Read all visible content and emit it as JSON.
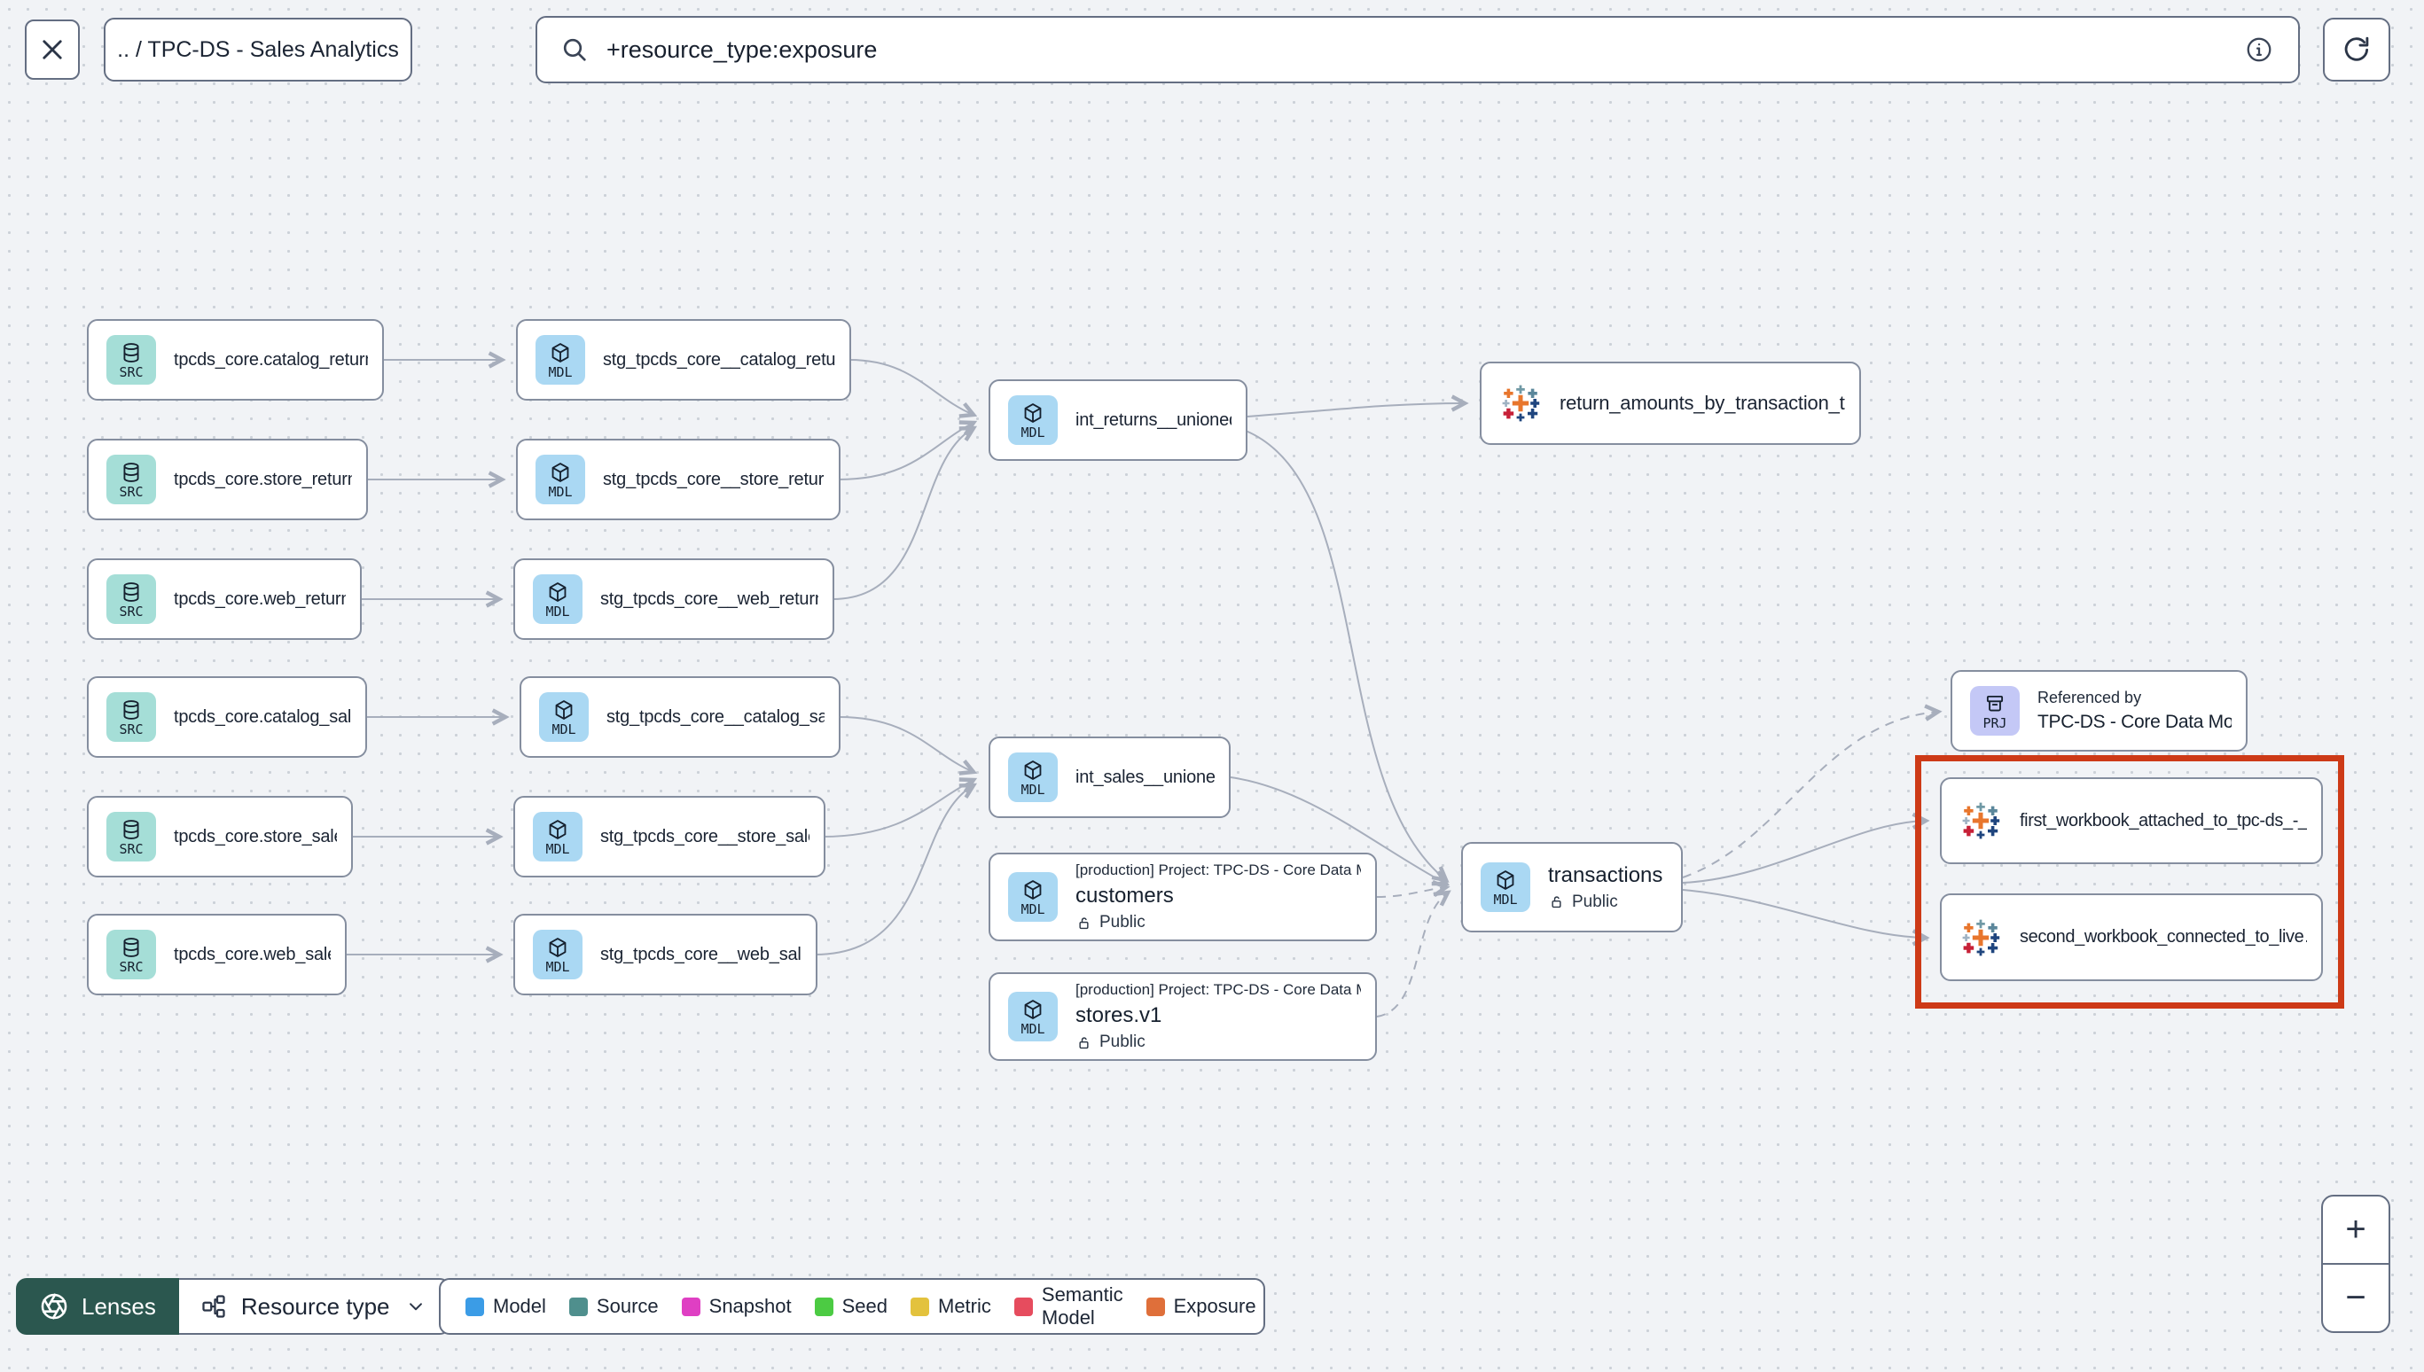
{
  "header": {
    "breadcrumb": ".. / TPC-DS - Sales Analytics",
    "search_value": "+resource_type:exposure"
  },
  "badges": {
    "src": "SRC",
    "mdl": "MDL",
    "prj": "PRJ"
  },
  "nodes": {
    "sources": [
      {
        "label": "tpcds_core.catalog_returns"
      },
      {
        "label": "tpcds_core.store_returns"
      },
      {
        "label": "tpcds_core.web_returns"
      },
      {
        "label": "tpcds_core.catalog_sales"
      },
      {
        "label": "tpcds_core.store_sales"
      },
      {
        "label": "tpcds_core.web_sales"
      }
    ],
    "staging": [
      {
        "label": "stg_tpcds_core__catalog_returns"
      },
      {
        "label": "stg_tpcds_core__store_returns"
      },
      {
        "label": "stg_tpcds_core__web_returns"
      },
      {
        "label": "stg_tpcds_core__catalog_sales"
      },
      {
        "label": "stg_tpcds_core__store_sales"
      },
      {
        "label": "stg_tpcds_core__web_sales"
      }
    ],
    "int_returns": {
      "label": "int_returns__unioned"
    },
    "int_sales": {
      "label": "int_sales__unioned"
    },
    "customers": {
      "caption": "[production] Project: TPC-DS - Core Data Mo…",
      "label": "customers",
      "access": "Public"
    },
    "stores": {
      "caption": "[production] Project: TPC-DS - Core Data Mo…",
      "label": "stores.v1",
      "access": "Public"
    },
    "transactions": {
      "label": "transactions",
      "access": "Public"
    },
    "exposure_returns": {
      "label": "return_amounts_by_transaction_type"
    },
    "project_reference": {
      "caption": "Referenced by",
      "label": "TPC-DS - Core Data Models"
    },
    "workbook_first": {
      "label": "first_workbook_attached_to_tpc-ds_-_…"
    },
    "workbook_second": {
      "label": "second_workbook_connected_to_live…"
    }
  },
  "footer": {
    "lenses_label": "Lenses",
    "resource_type_label": "Resource type",
    "legend": [
      {
        "label": "Model",
        "color": "#3b9ce6"
      },
      {
        "label": "Source",
        "color": "#4f8f8d"
      },
      {
        "label": "Snapshot",
        "color": "#df3fc3"
      },
      {
        "label": "Seed",
        "color": "#4ccb43"
      },
      {
        "label": "Metric",
        "color": "#e3c23d"
      },
      {
        "label": "Semantic Model",
        "color": "#e64c5e"
      },
      {
        "label": "Exposure",
        "color": "#df6f3a"
      }
    ]
  },
  "zoom_controls": {
    "zoom_in": "+",
    "zoom_out": "−"
  },
  "highlight_color": "#cd3a17"
}
